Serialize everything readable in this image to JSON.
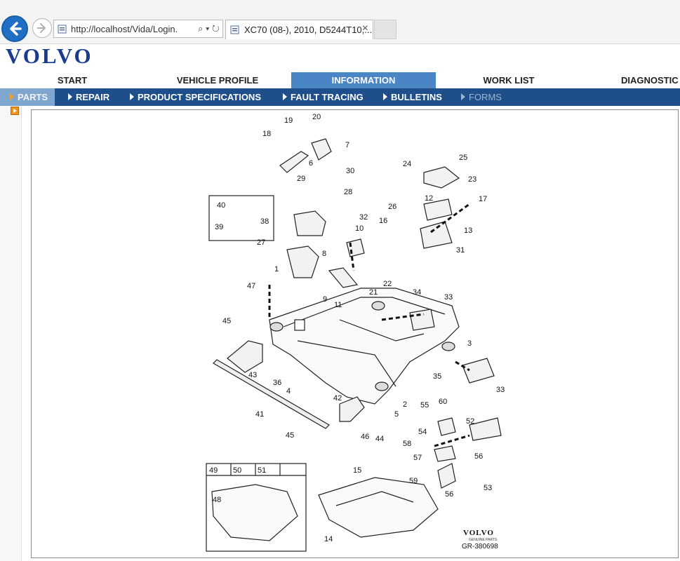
{
  "browser": {
    "address_url": "http://localhost/Vida/Login.",
    "tab_title": "XC70 (08-), 2010, D5244T10,...",
    "tab_close": "×",
    "address_tools": "⌕ ▾ ↻"
  },
  "brand": {
    "logo_text": "VOLVO"
  },
  "main_nav": {
    "tabs": [
      "START",
      "VEHICLE PROFILE",
      "INFORMATION",
      "WORK LIST",
      "DIAGNOSTIC"
    ],
    "active": "INFORMATION"
  },
  "sub_nav": {
    "tabs": [
      "PARTS",
      "REPAIR",
      "PRODUCT SPECIFICATIONS",
      "FAULT TRACING",
      "BULLETINS",
      "FORMS"
    ],
    "active": "PARTS",
    "disabled": [
      "FORMS"
    ]
  },
  "diagram": {
    "part_labels": [
      "1",
      "2",
      "3",
      "4",
      "5",
      "6",
      "7",
      "8",
      "9",
      "10",
      "11",
      "12",
      "13",
      "14",
      "15",
      "16",
      "17",
      "18",
      "19",
      "20",
      "21",
      "22",
      "23",
      "24",
      "25",
      "26",
      "27",
      "28",
      "29",
      "30",
      "31",
      "32",
      "33",
      "34",
      "35",
      "36",
      "38",
      "39",
      "40",
      "41",
      "42",
      "43",
      "44",
      "45",
      "46",
      "47",
      "48",
      "49",
      "50",
      "51",
      "52",
      "53",
      "54",
      "55",
      "56",
      "57",
      "58",
      "59",
      "60"
    ],
    "callout_33b": "33",
    "callout_45b": "45",
    "callout_56b": "56",
    "brand_mark": "VOLVO",
    "brand_sub": "GENUINE PARTS",
    "drawing_ref": "GR-380698"
  },
  "colors": {
    "accent": "#4a86c6",
    "subnav_bg": "#1f4f8a",
    "logo": "#1a3c8c",
    "expander": "#e8941e"
  }
}
